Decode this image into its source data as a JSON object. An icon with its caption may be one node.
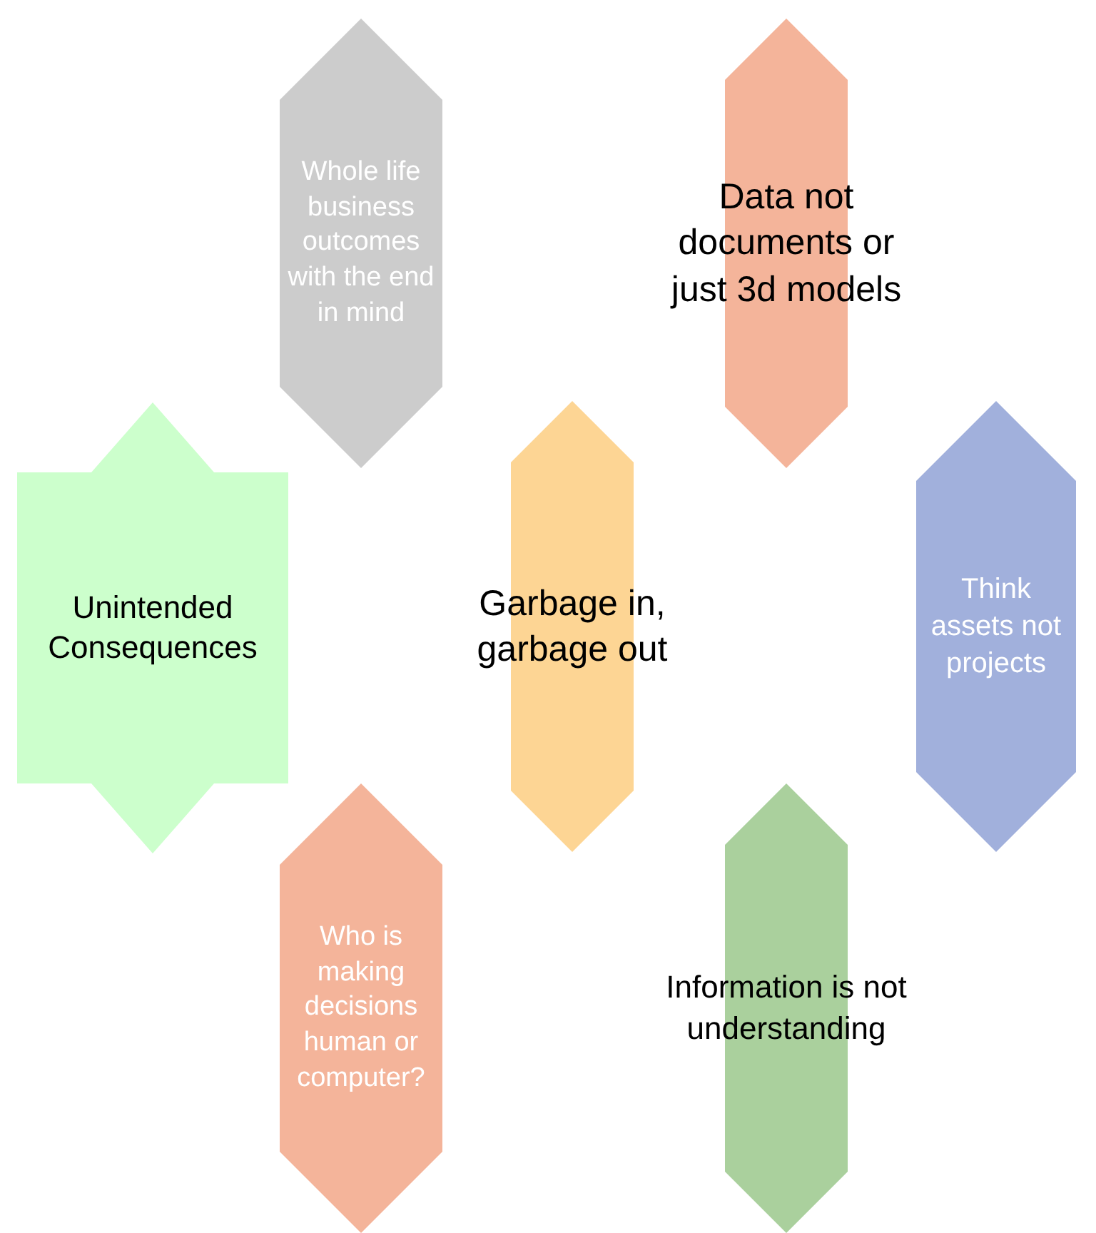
{
  "diagram": {
    "nodes": [
      {
        "text": [
          "Whole life business outcomes with the end in mind"
        ]
      },
      {
        "text": [
          "Data not documents or just 3d models"
        ]
      },
      {
        "text": [
          "Unintended Consequences"
        ]
      },
      {
        "text": [
          "Garbage in, garbage out"
        ]
      },
      {
        "text": [
          "Think assets not projects"
        ]
      },
      {
        "text": [
          "Who is making decisions human or computer?"
        ]
      },
      {
        "text": [
          "Information is not understanding"
        ]
      }
    ]
  }
}
